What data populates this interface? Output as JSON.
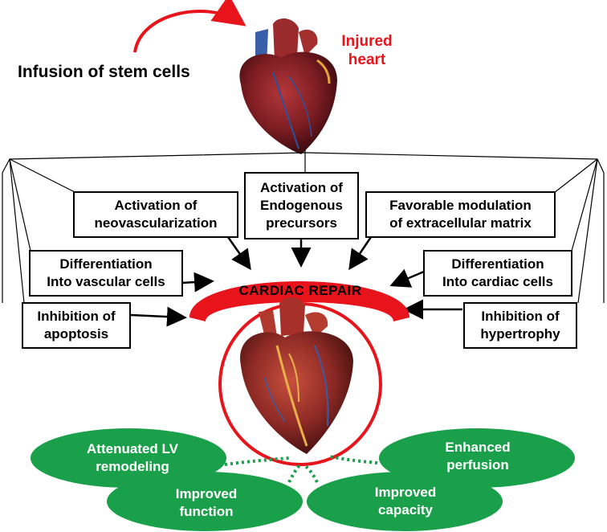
{
  "header": {
    "infusion_label": "Infusion of stem cells",
    "injured_label": "Injured\nheart"
  },
  "center": {
    "repair_label": "CARDIAC REPAIR"
  },
  "mechanisms": {
    "neovascularization": "Activation of\nneovascularization",
    "endogenous": "Activation of\nEndogenous\nprecursors",
    "matrix": "Favorable modulation\nof extracellular matrix",
    "vascular_diff": "Differentiation\nInto vascular cells",
    "cardiac_diff": "Differentiation\nInto cardiac cells",
    "apoptosis": "Inhibition of\napoptosis",
    "hypertrophy": "Inhibition of\nhypertrophy"
  },
  "outcomes": {
    "lv_remodeling": "Attenuated LV\nremodeling",
    "perfusion": "Enhanced\nperfusion",
    "function": "Improved\nfunction",
    "capacity": "Improved\ncapacity"
  },
  "colors": {
    "repair_red": "#e8141b",
    "outcome_green": "#1aa04a",
    "arrow_red": "#e8141b"
  }
}
